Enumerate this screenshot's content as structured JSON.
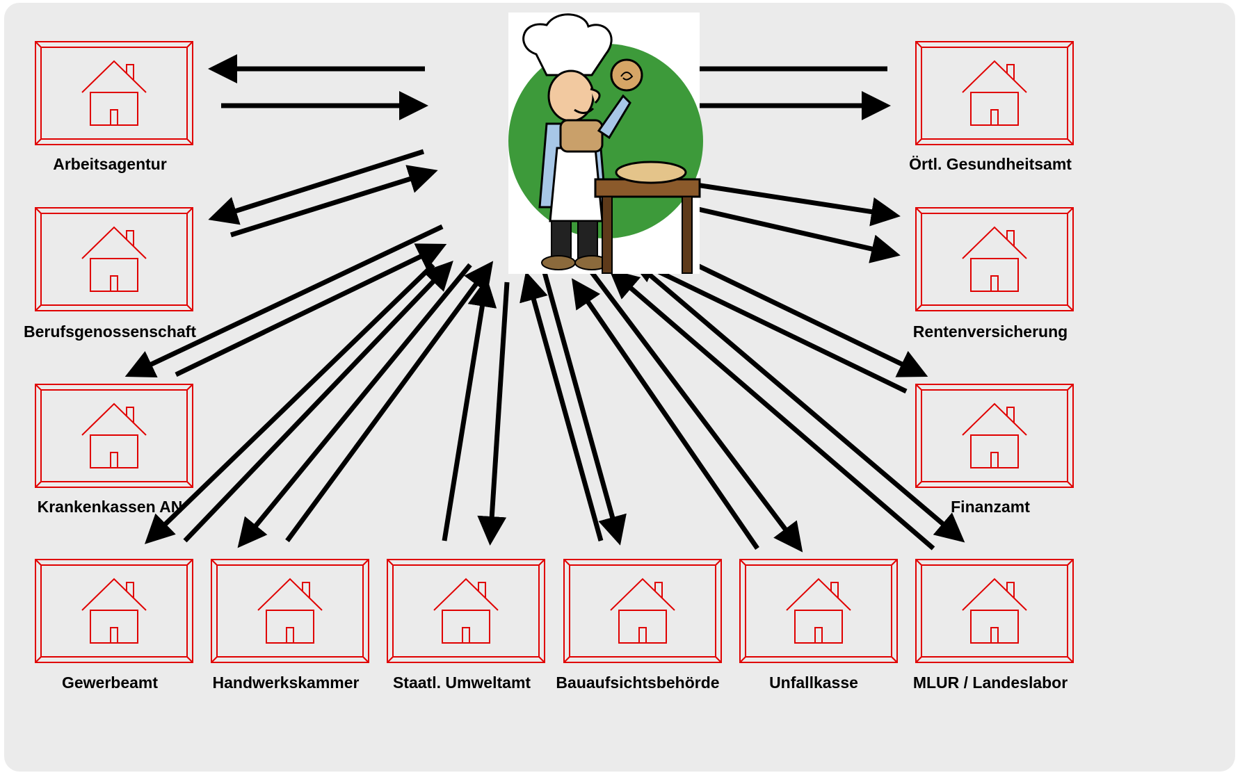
{
  "colors": {
    "background": "#ebebeb",
    "office_frame": "#e00000",
    "arrow": "#000000",
    "baker_circle": "#3d9a3a"
  },
  "center": {
    "icon": "baker-illustration"
  },
  "offices": [
    {
      "id": "arbeitsagentur",
      "label": "Arbeitsagentur",
      "icon": "house-icon"
    },
    {
      "id": "berufsgenossenschaft",
      "label": "Berufsgenossenschaft",
      "icon": "house-icon"
    },
    {
      "id": "krankenkassen",
      "label": "Krankenkassen AN",
      "icon": "house-icon"
    },
    {
      "id": "gewerbeamt",
      "label": "Gewerbeamt",
      "icon": "house-icon"
    },
    {
      "id": "handwerkskammer",
      "label": "Handwerkskammer",
      "icon": "house-icon"
    },
    {
      "id": "umweltamt",
      "label": "Staatl. Umweltamt",
      "icon": "house-icon"
    },
    {
      "id": "bauaufsicht",
      "label": "Bauaufsichtsbehörde",
      "icon": "house-icon"
    },
    {
      "id": "unfallkasse",
      "label": "Unfallkasse",
      "icon": "house-icon"
    },
    {
      "id": "mlur",
      "label": "MLUR / Landeslabor",
      "icon": "house-icon"
    },
    {
      "id": "finanzamt",
      "label": "Finanzamt",
      "icon": "house-icon"
    },
    {
      "id": "rentenversicherung",
      "label": "Rentenversicherung",
      "icon": "house-icon"
    },
    {
      "id": "gesundheitsamt",
      "label": "Örtl. Gesundheitsamt",
      "icon": "house-icon"
    }
  ],
  "connections": [
    {
      "office": "arbeitsagentur",
      "direction": "both"
    },
    {
      "office": "berufsgenossenschaft",
      "direction": "both"
    },
    {
      "office": "krankenkassen",
      "direction": "both"
    },
    {
      "office": "gewerbeamt",
      "direction": "both"
    },
    {
      "office": "handwerkskammer",
      "direction": "both"
    },
    {
      "office": "umweltamt",
      "direction": "both"
    },
    {
      "office": "bauaufsicht",
      "direction": "both"
    },
    {
      "office": "unfallkasse",
      "direction": "both"
    },
    {
      "office": "mlur",
      "direction": "both"
    },
    {
      "office": "finanzamt",
      "direction": "both"
    },
    {
      "office": "rentenversicherung",
      "direction": "to_office"
    },
    {
      "office": "gesundheitsamt",
      "direction": "both"
    }
  ]
}
